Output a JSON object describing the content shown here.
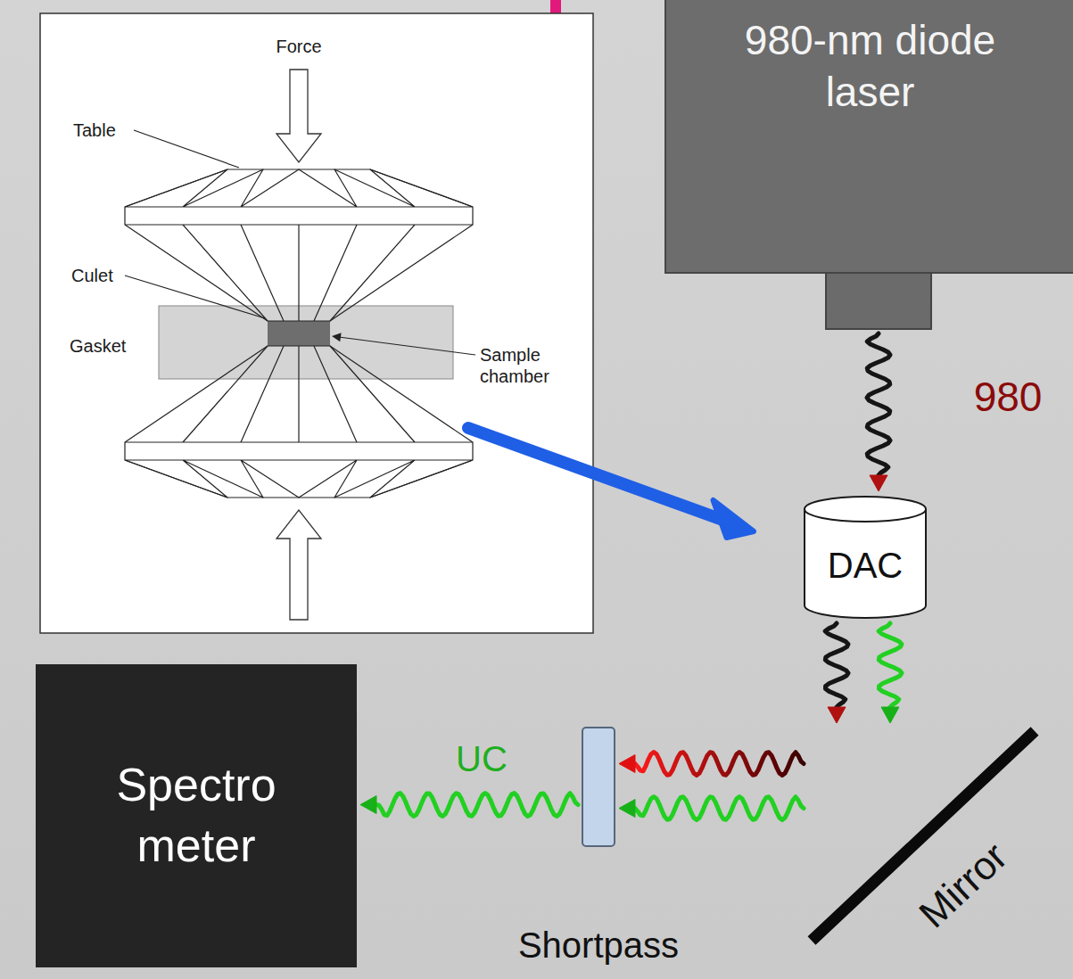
{
  "diagram": {
    "nodes": [
      {
        "text": [
          "980-nm diode laser"
        ]
      },
      {
        "text": [
          "DAC"
        ]
      },
      {
        "text": [
          "Spectro meter"
        ]
      },
      {
        "text": [
          "Shortpass"
        ]
      },
      {
        "text": [
          "Mirror"
        ]
      }
    ],
    "edges": [
      {
        "from": 0,
        "to": 1,
        "arrow": "to",
        "label": "980"
      },
      {
        "from": 1,
        "to": 4,
        "arrow": "to"
      },
      {
        "from": 4,
        "to": 3,
        "arrow": "to"
      },
      {
        "from": 3,
        "to": 2,
        "arrow": "to",
        "label": "UC"
      }
    ],
    "labels": [
      "Force",
      "Table",
      "Culet",
      "Gasket",
      "Sample chamber"
    ]
  }
}
